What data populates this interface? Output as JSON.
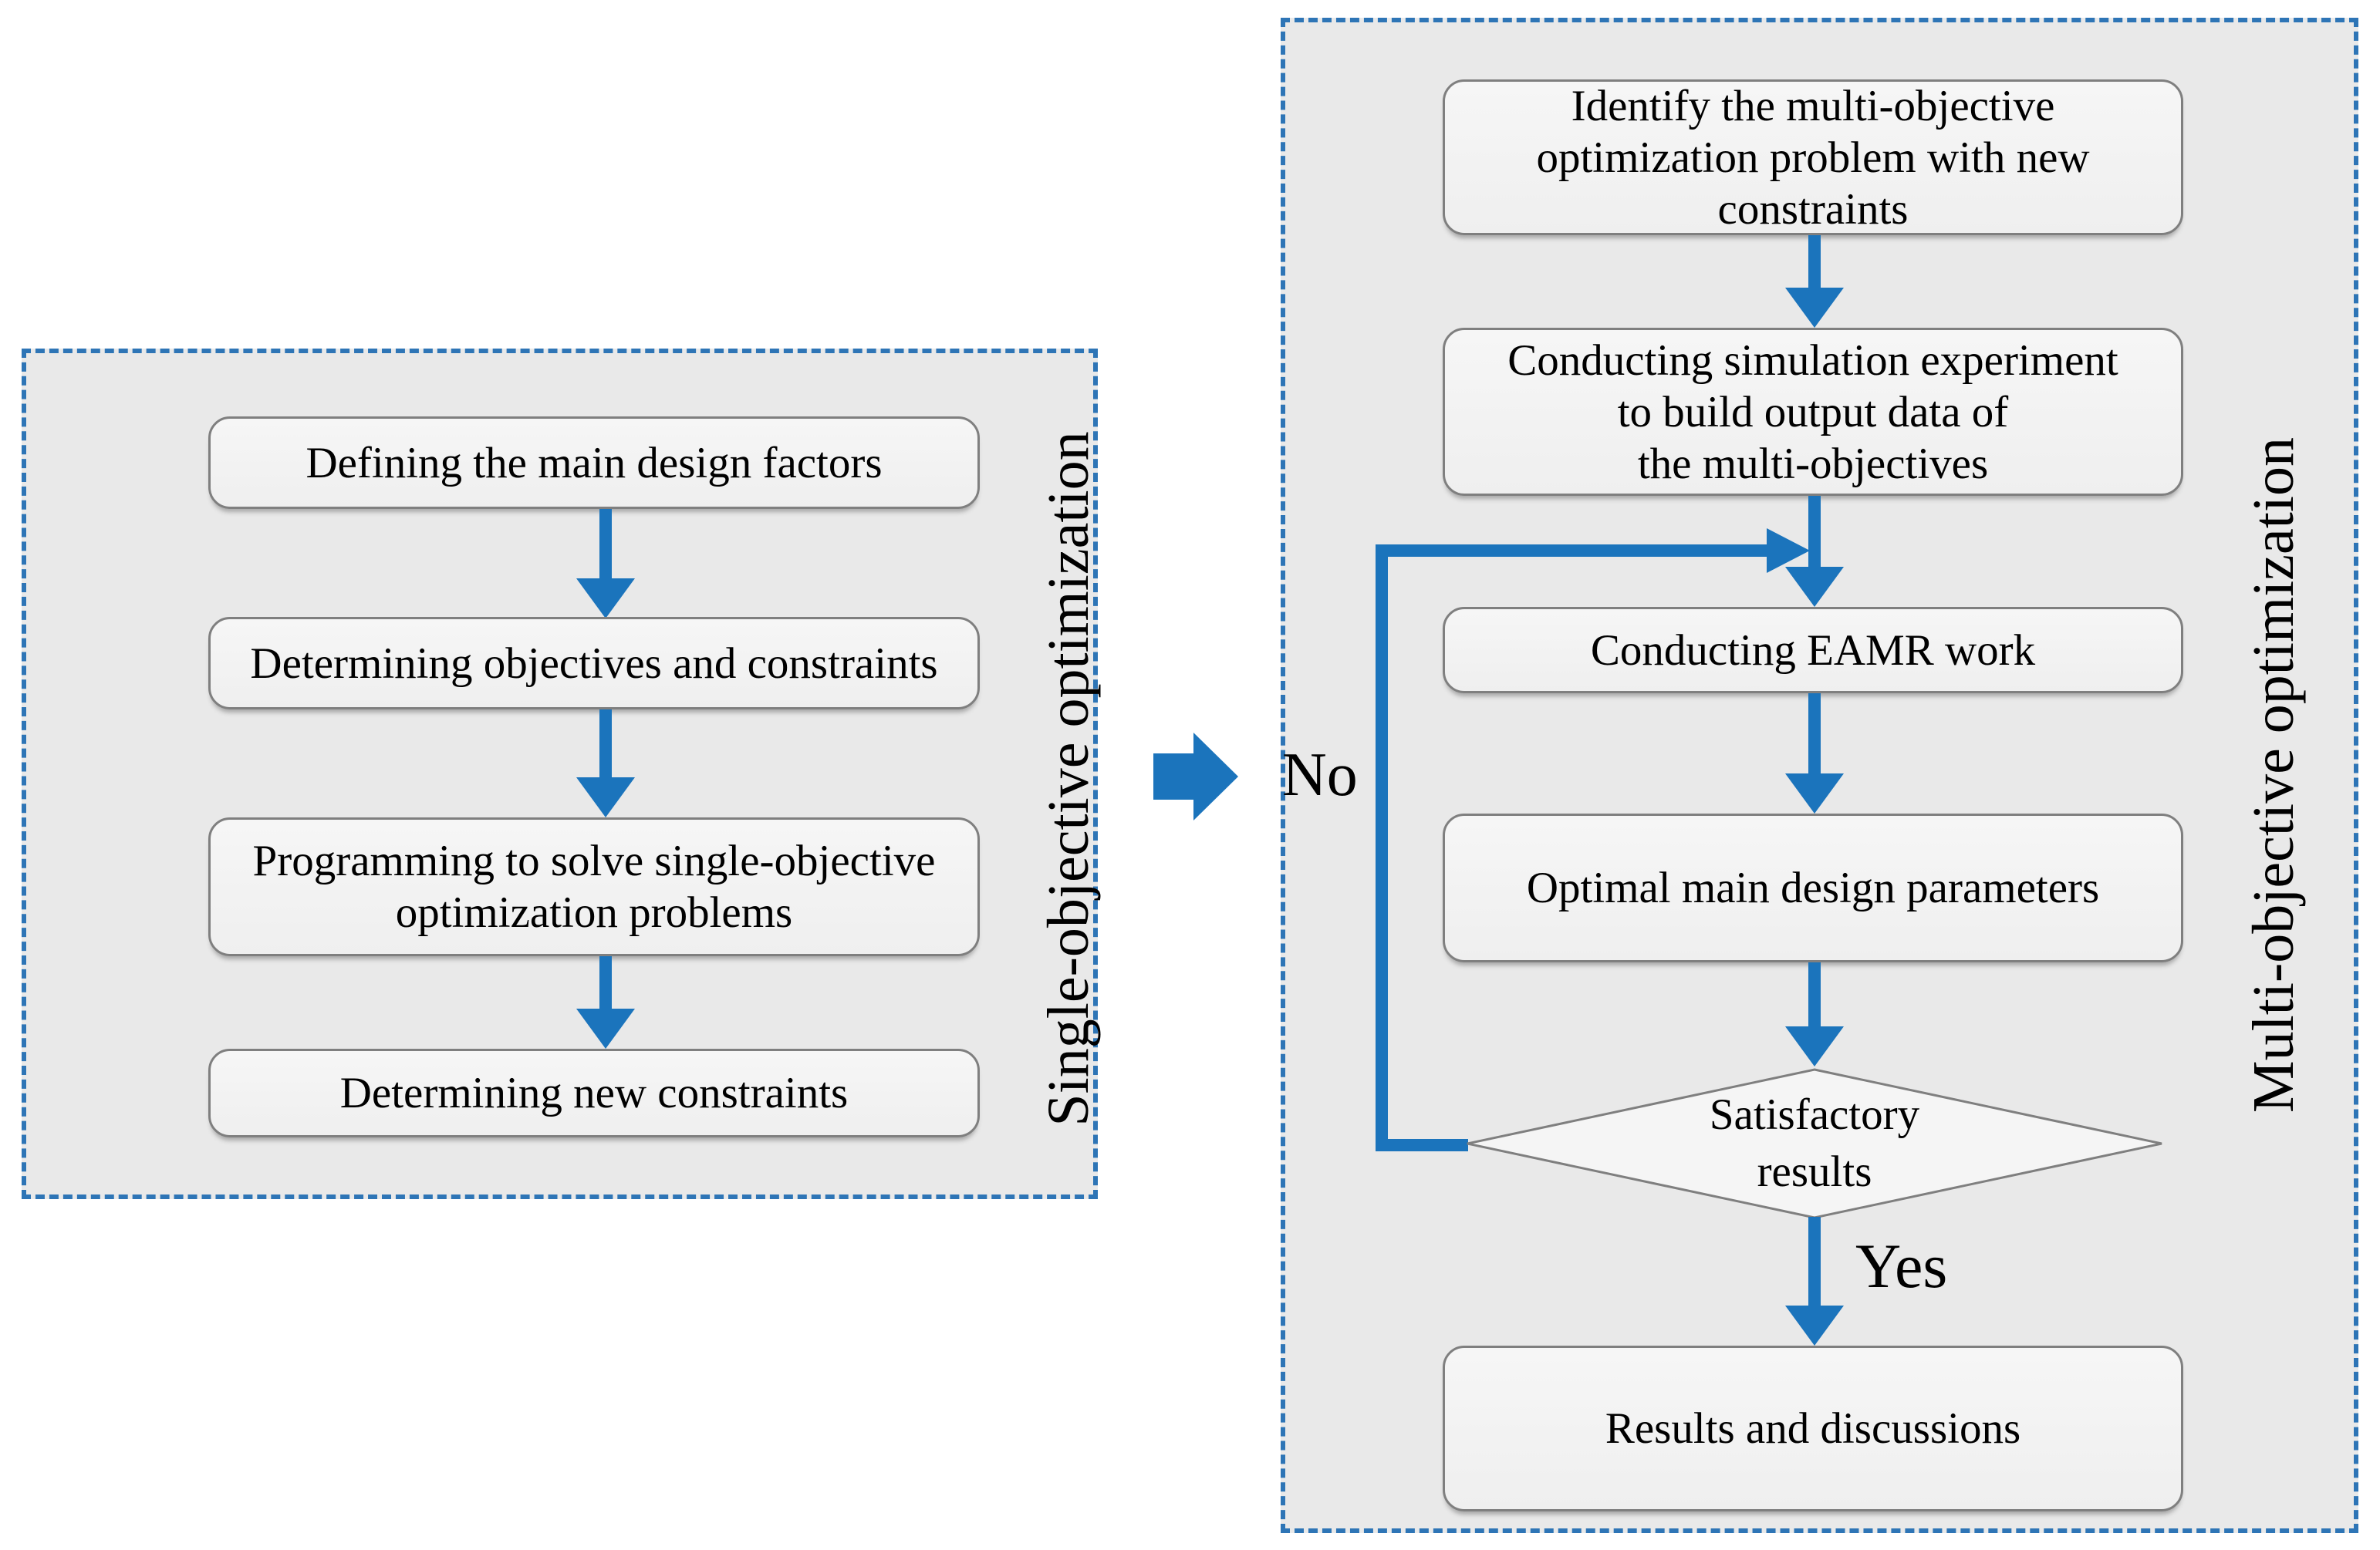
{
  "figure": {
    "left_panel": {
      "label": "Single-objective optimization",
      "boxes": [
        {
          "lines": [
            "Defining the main design factors"
          ]
        },
        {
          "lines": [
            "Determining objectives and constraints"
          ]
        },
        {
          "lines": [
            "Programming to solve single-objective",
            "optimization problems"
          ]
        },
        {
          "lines": [
            "Determining new constraints"
          ]
        }
      ]
    },
    "right_panel": {
      "label": "Multi-objective optimization",
      "boxes": [
        {
          "lines": [
            "Identify the multi-objective",
            "optimization problem with new",
            "constraints"
          ]
        },
        {
          "lines": [
            "Conducting simulation experiment",
            "to build output data of",
            "the multi-objectives"
          ]
        },
        {
          "lines": [
            "Conducting EAMR work"
          ]
        },
        {
          "lines": [
            "Optimal main design parameters"
          ]
        },
        {
          "lines": [
            "Results and discussions"
          ]
        }
      ],
      "diamond": {
        "lines": [
          "Satisfactory",
          "results"
        ]
      },
      "edge_labels": {
        "no": "No",
        "yes": "Yes"
      }
    },
    "colors": {
      "arrow_blue": "#1b74bc",
      "border_blue": "#2e75b6",
      "panel_fill": "#e9e9e9",
      "box_fill": "#f2f2f2",
      "box_border": "#7f7f7f",
      "text": "#000000"
    }
  }
}
